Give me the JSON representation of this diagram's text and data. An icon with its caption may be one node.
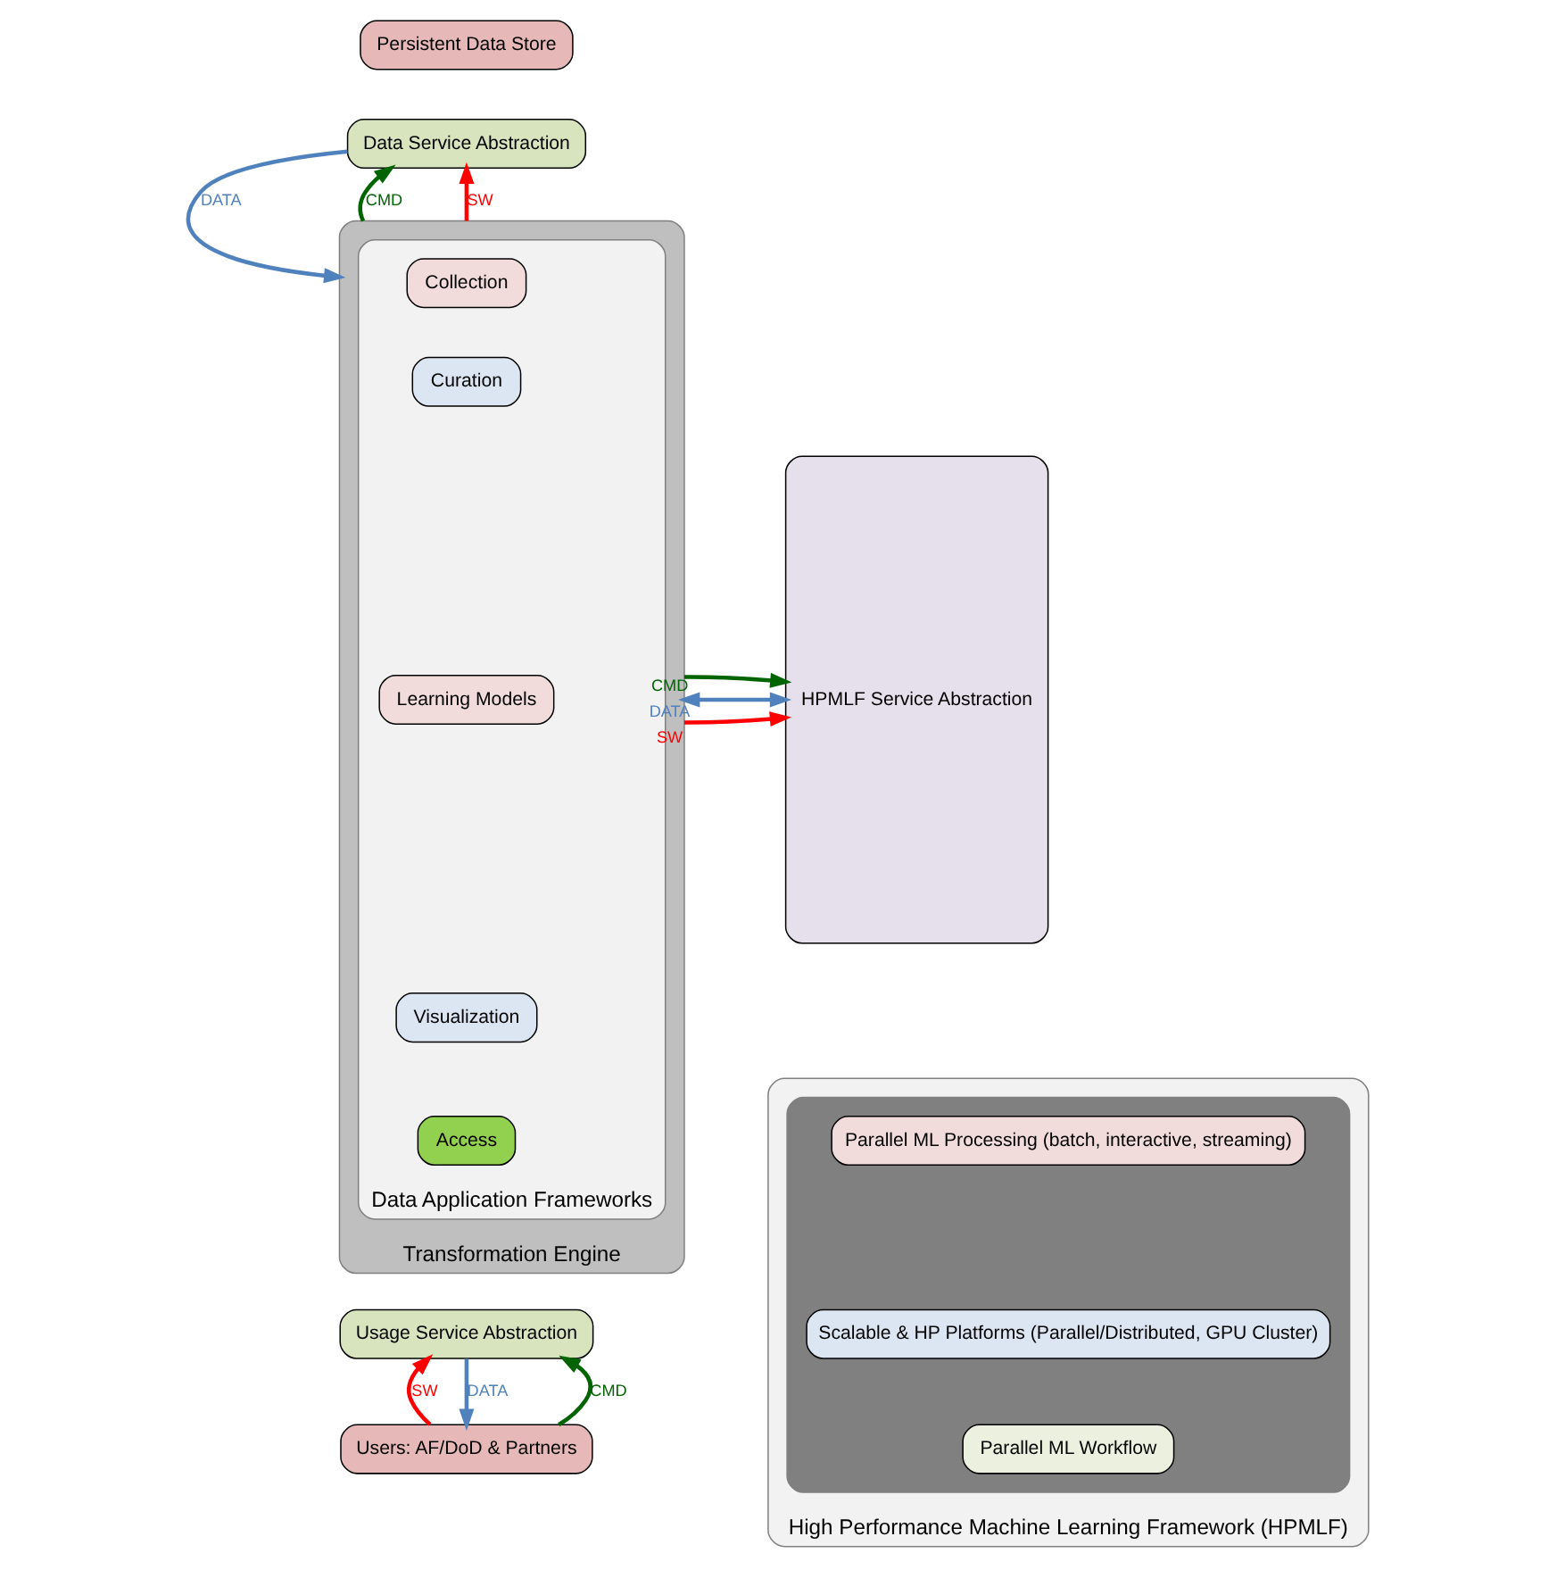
{
  "diagram": {
    "nodes": [
      {
        "text": [
          "Persistent Data Store"
        ]
      },
      {
        "text": [
          "Data Service Abstraction"
        ]
      },
      {
        "text": [
          "Transformation Engine"
        ]
      },
      {
        "text": [
          "Data Application Frameworks"
        ],
        "in": 2
      },
      {
        "text": [
          "Collection"
        ],
        "in": 3
      },
      {
        "text": [
          "Curation"
        ],
        "in": 3
      },
      {
        "text": [
          "Learning Models"
        ],
        "in": 3
      },
      {
        "text": [
          "Visualization"
        ],
        "in": 3
      },
      {
        "text": [
          "Access"
        ],
        "in": 3
      },
      {
        "text": [
          "Usage Service Abstraction"
        ]
      },
      {
        "text": [
          "Users: AF/DoD & Partners"
        ]
      },
      {
        "text": [
          "HPMLF Service Abstraction"
        ]
      },
      {
        "text": [
          "High Performance Machine Learning Framework (HPMLF)"
        ]
      },
      {
        "text": [],
        "shape": "box",
        "in": 12
      },
      {
        "text": [
          "Parallel ML Processing (batch, interactive, streaming)"
        ],
        "in": 13
      },
      {
        "text": [
          "Scalable & HP Platforms (Parallel/Distributed, GPU Cluster)"
        ],
        "in": 13
      },
      {
        "text": [
          "Parallel ML Workflow"
        ],
        "in": 13
      }
    ],
    "edges": [
      {
        "from": 1,
        "to": 2,
        "arrow": "to",
        "label": "DATA",
        "color": "#4f81bd"
      },
      {
        "from": 2,
        "to": 1,
        "arrow": "to",
        "label": "CMD",
        "color": "#006400"
      },
      {
        "from": 2,
        "to": 1,
        "arrow": "to",
        "label": "SW",
        "color": "#ff0000"
      },
      {
        "from": 10,
        "to": 9,
        "arrow": "to",
        "label": "CMD",
        "color": "#006400"
      },
      {
        "from": 9,
        "to": 10,
        "arrow": "to",
        "label": "DATA",
        "color": "#4f81bd"
      },
      {
        "from": 10,
        "to": 9,
        "arrow": "to",
        "label": "SW",
        "color": "#ff0000"
      },
      {
        "from": 2,
        "to": 11,
        "arrow": "to",
        "label": "CMD",
        "color": "#006400"
      },
      {
        "from": 2,
        "to": 11,
        "arrow": "both",
        "label": "DATA",
        "color": "#4f81bd"
      },
      {
        "from": 2,
        "to": 11,
        "arrow": "to",
        "label": "SW",
        "color": "#ff0000"
      }
    ]
  }
}
